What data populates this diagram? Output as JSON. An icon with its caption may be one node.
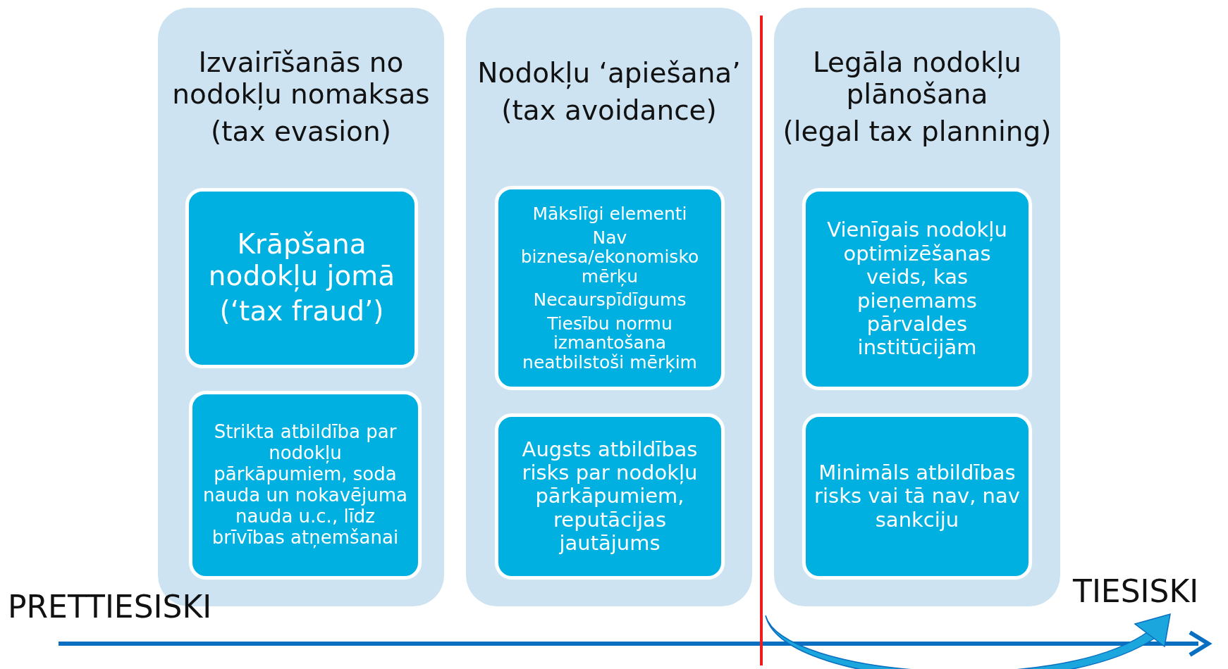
{
  "diagram": {
    "nodes": [
      {
        "text": [
          "Izvairīšanās no nodokļu nomaksas",
          "(tax evasion)"
        ]
      },
      {
        "text": [
          "Krāpšana nodokļu jomā",
          "(‘tax fraud’)"
        ],
        "in": 0
      },
      {
        "text": [
          "Strikta atbildība par nodokļu pārkāpumiem, soda nauda un nokavējuma nauda u.c., līdz brīvības atņemšanai"
        ],
        "in": 0
      },
      {
        "text": [
          "Nodokļu ‘apiešana’",
          "(tax avoidance)"
        ]
      },
      {
        "text": [
          "Mākslīgi elementi",
          "Nav biznesa/ekonomisko mērķu",
          "Necaurspīdīgums",
          "Tiesību normu izmantošana neatbilstoši mērķim"
        ],
        "in": 3
      },
      {
        "text": [
          "Augsts atbildības risks par nodokļu pārkāpumiem, reputācijas jautājums"
        ],
        "in": 3
      },
      {
        "text": [
          "Legāla nodokļu plānošana",
          "(legal tax planning)"
        ]
      },
      {
        "text": [
          "Vienīgais nodokļu optimizēšanas veids, kas pieņemams pārvaldes institūcijām"
        ],
        "in": 6
      },
      {
        "text": [
          "Minimāls atbildības risks vai tā nav, nav sankciju"
        ],
        "in": 6
      }
    ],
    "edges": [],
    "labels": [
      "PRETTIESISKI",
      "TIESISKI"
    ]
  }
}
